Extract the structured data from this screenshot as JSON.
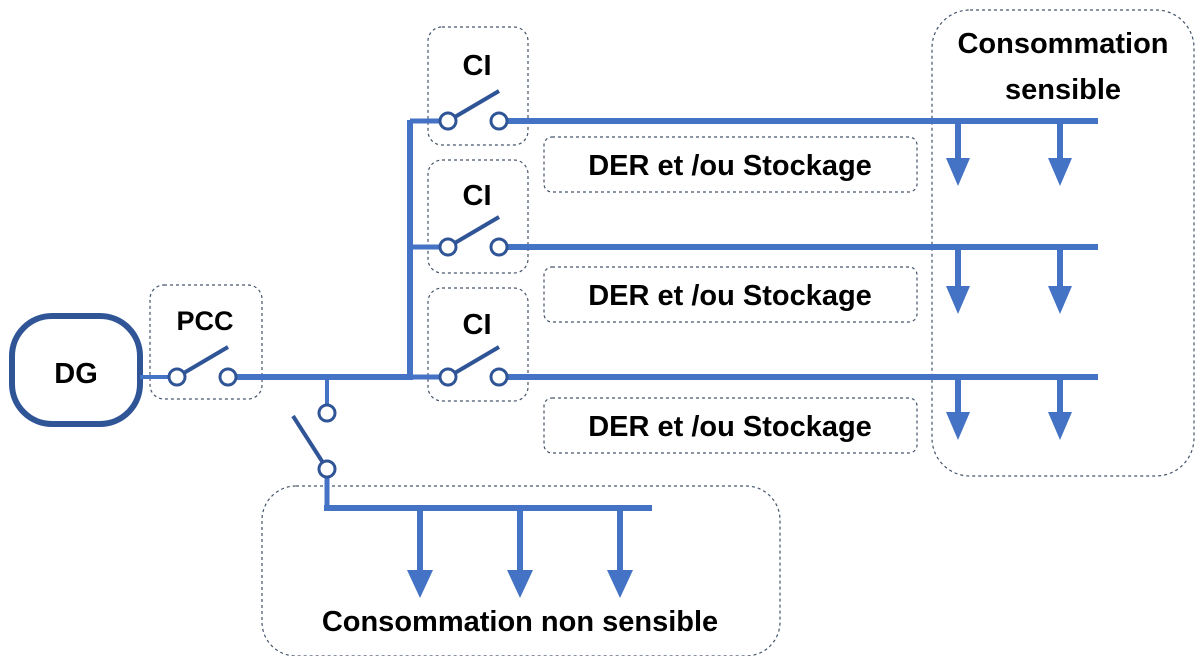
{
  "colors": {
    "bus": "#4472c4",
    "switch_stroke": "#2f5597",
    "dashed_box": "#44546a",
    "text": "#000000"
  },
  "generator": {
    "label": "DG"
  },
  "pcc": {
    "label": "PCC"
  },
  "feeders": [
    {
      "switch_label": "CI",
      "der_label": "DER et /ou Stockage"
    },
    {
      "switch_label": "CI",
      "der_label": "DER et /ou Stockage"
    },
    {
      "switch_label": "CI",
      "der_label": "DER et /ou Stockage"
    }
  ],
  "sensitive_load": {
    "line1": "Consommation",
    "line2": "sensible"
  },
  "non_sensitive_load": {
    "label": "Consommation non sensible"
  }
}
